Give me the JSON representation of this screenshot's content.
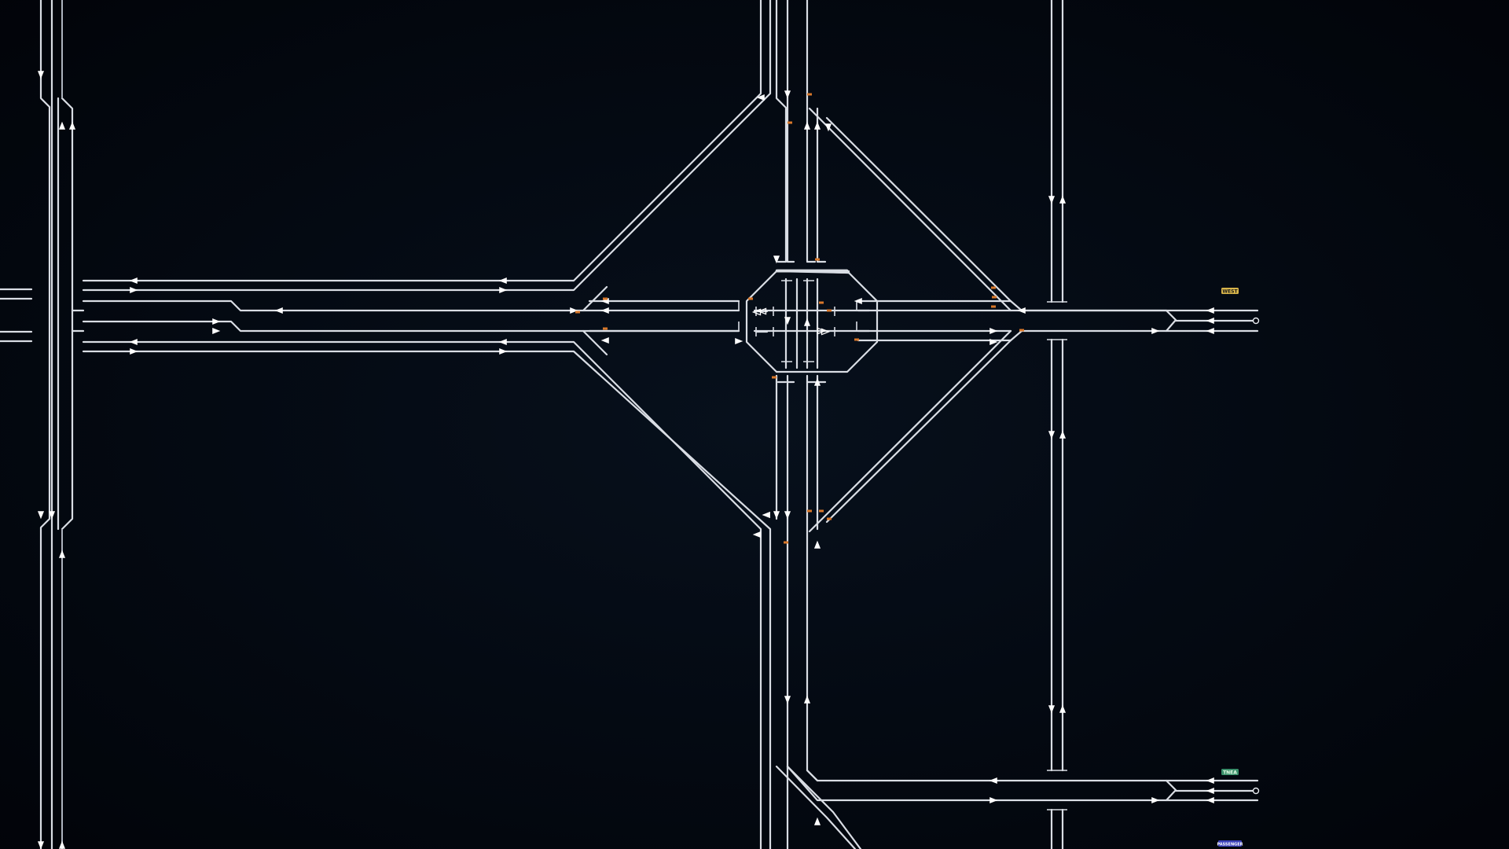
{
  "game": {
    "view": "rail-network-map",
    "background": "#03070f"
  },
  "colors": {
    "track": "#d9dde4",
    "signal": "#d9782a",
    "arrow": "#ffffff"
  },
  "stations": [
    {
      "id": "north",
      "label": "WEST",
      "color": "#d7b44a",
      "text_color": "#1a1a1a"
    },
    {
      "id": "south",
      "label": "TNEA",
      "color": "#3a8f6a",
      "text_color": "#e8ffe8"
    },
    {
      "id": "bottom",
      "label": "PASSENGER",
      "color": "#3a3fb8",
      "text_color": "#ffffff"
    }
  ],
  "icons": {
    "direction_arrow": "triangle-arrow-icon",
    "chain_signal": "chain-signal-icon",
    "rail_signal": "rail-signal-icon",
    "train_stop": "train-stop-icon"
  }
}
